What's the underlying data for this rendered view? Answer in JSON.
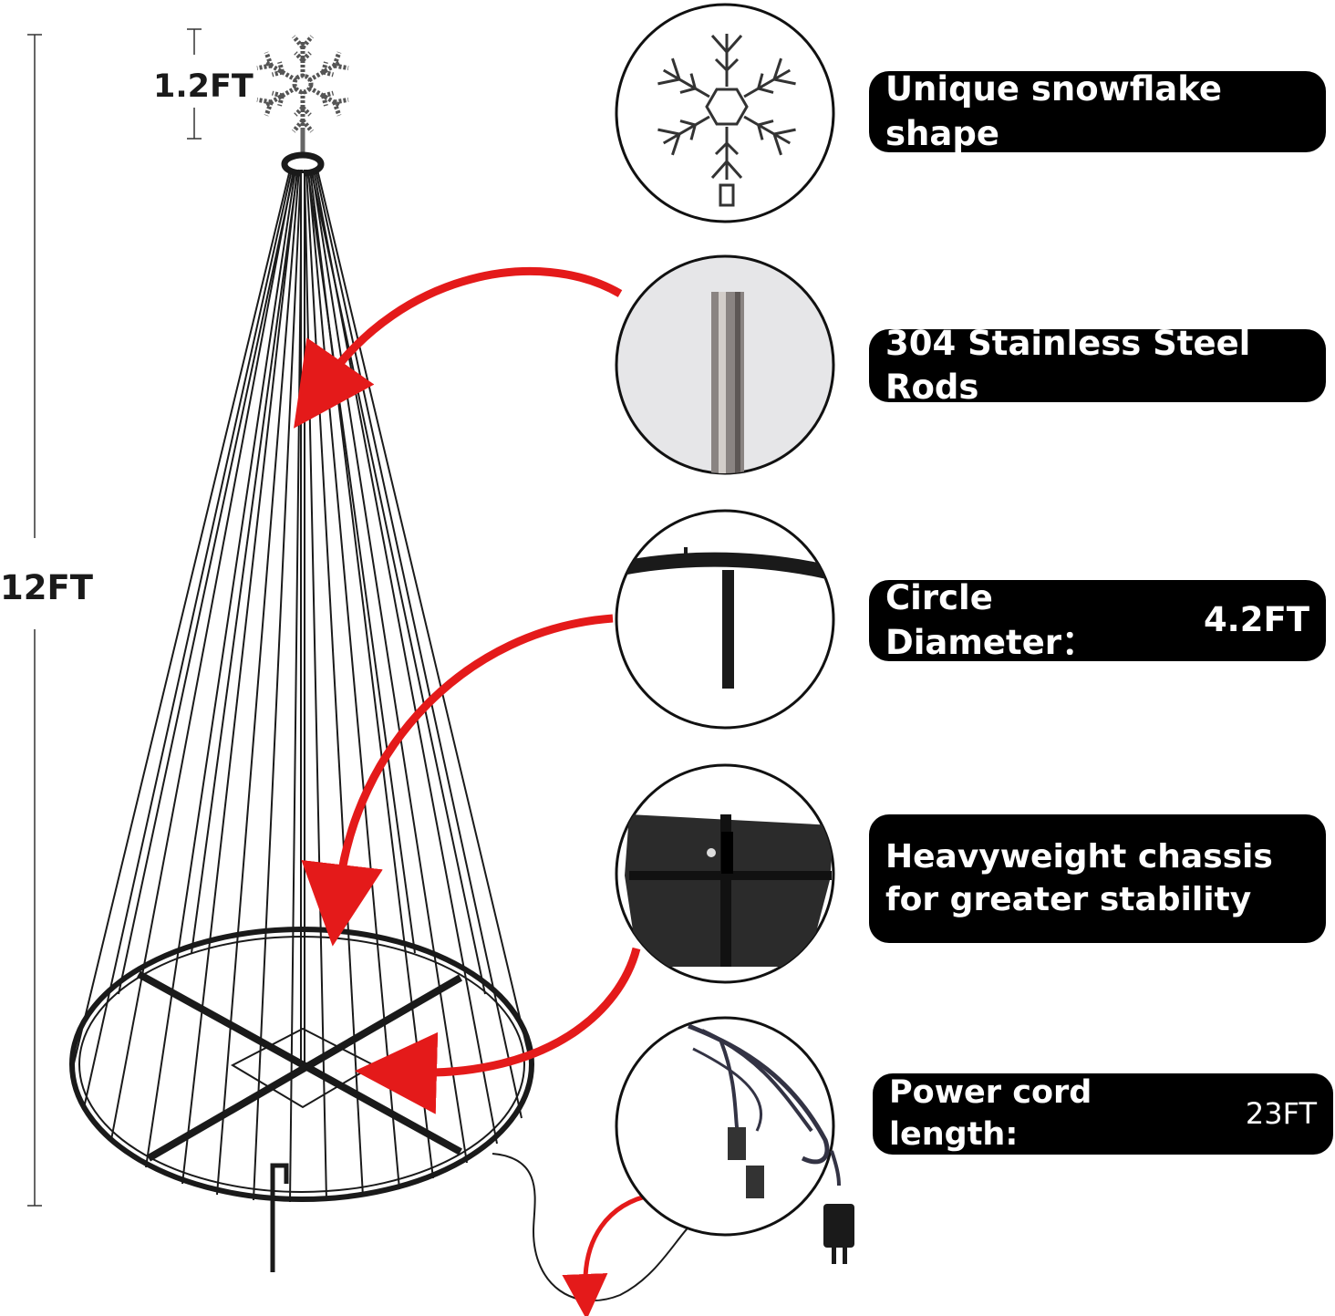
{
  "dimensions": {
    "star_height": "1.2FT",
    "tree_height": "12FT"
  },
  "features": [
    {
      "label": "Unique snowflake shape",
      "icon": "snowflake-topper-icon"
    },
    {
      "label": "304 Stainless Steel Rods",
      "icon": "steel-rod-icon"
    },
    {
      "label": "Circle Diameter：",
      "value": "4.2FT",
      "icon": "ring-frame-icon"
    },
    {
      "label": "Heavyweight chassis for greater stability",
      "icon": "base-plate-icon"
    },
    {
      "label": "Power cord length:",
      "value": "23FT",
      "icon": "power-cord-icon"
    }
  ],
  "colors": {
    "pill_background": "#000000",
    "pill_text": "#ffffff",
    "arrow": "#e41a1a",
    "frame": "#1a1a1a"
  }
}
